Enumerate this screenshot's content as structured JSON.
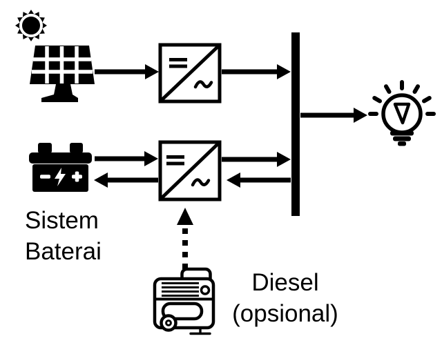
{
  "diagram": {
    "type": "block-diagram",
    "subject": "hybrid-pv-battery-diesel-power-system",
    "colors": {
      "ink": "#000000",
      "background": "#ffffff"
    },
    "labels": {
      "battery_line1": "Sistem",
      "battery_line2": "Baterai",
      "diesel_line1": "Diesel",
      "diesel_line2": "(opsional)"
    },
    "converter_symbols": {
      "dc_side": "=",
      "ac_side": "~"
    },
    "components": [
      {
        "id": "sun",
        "icon": "sun-icon"
      },
      {
        "id": "solar-panel",
        "icon": "solar-panel-icon"
      },
      {
        "id": "solar-inverter",
        "icon": "dc-ac-converter-icon"
      },
      {
        "id": "battery",
        "icon": "battery-icon",
        "label": "Sistem Baterai"
      },
      {
        "id": "battery-converter",
        "icon": "dc-ac-converter-icon"
      },
      {
        "id": "bus",
        "icon": "bus-bar"
      },
      {
        "id": "load",
        "icon": "light-bulb-icon"
      },
      {
        "id": "diesel-generator",
        "icon": "diesel-generator-icon",
        "label": "Diesel (opsional)"
      }
    ],
    "connections": [
      {
        "from": "solar-panel",
        "to": "solar-inverter",
        "style": "solid",
        "bidirectional": false
      },
      {
        "from": "solar-inverter",
        "to": "bus",
        "style": "solid",
        "bidirectional": false
      },
      {
        "from": "bus",
        "to": "load",
        "style": "solid",
        "bidirectional": false
      },
      {
        "from": "battery",
        "to": "battery-converter",
        "style": "solid",
        "bidirectional": true
      },
      {
        "from": "battery-converter",
        "to": "bus",
        "style": "solid",
        "bidirectional": true
      },
      {
        "from": "diesel-generator",
        "to": "battery-converter",
        "style": "dotted",
        "bidirectional": false
      }
    ]
  }
}
